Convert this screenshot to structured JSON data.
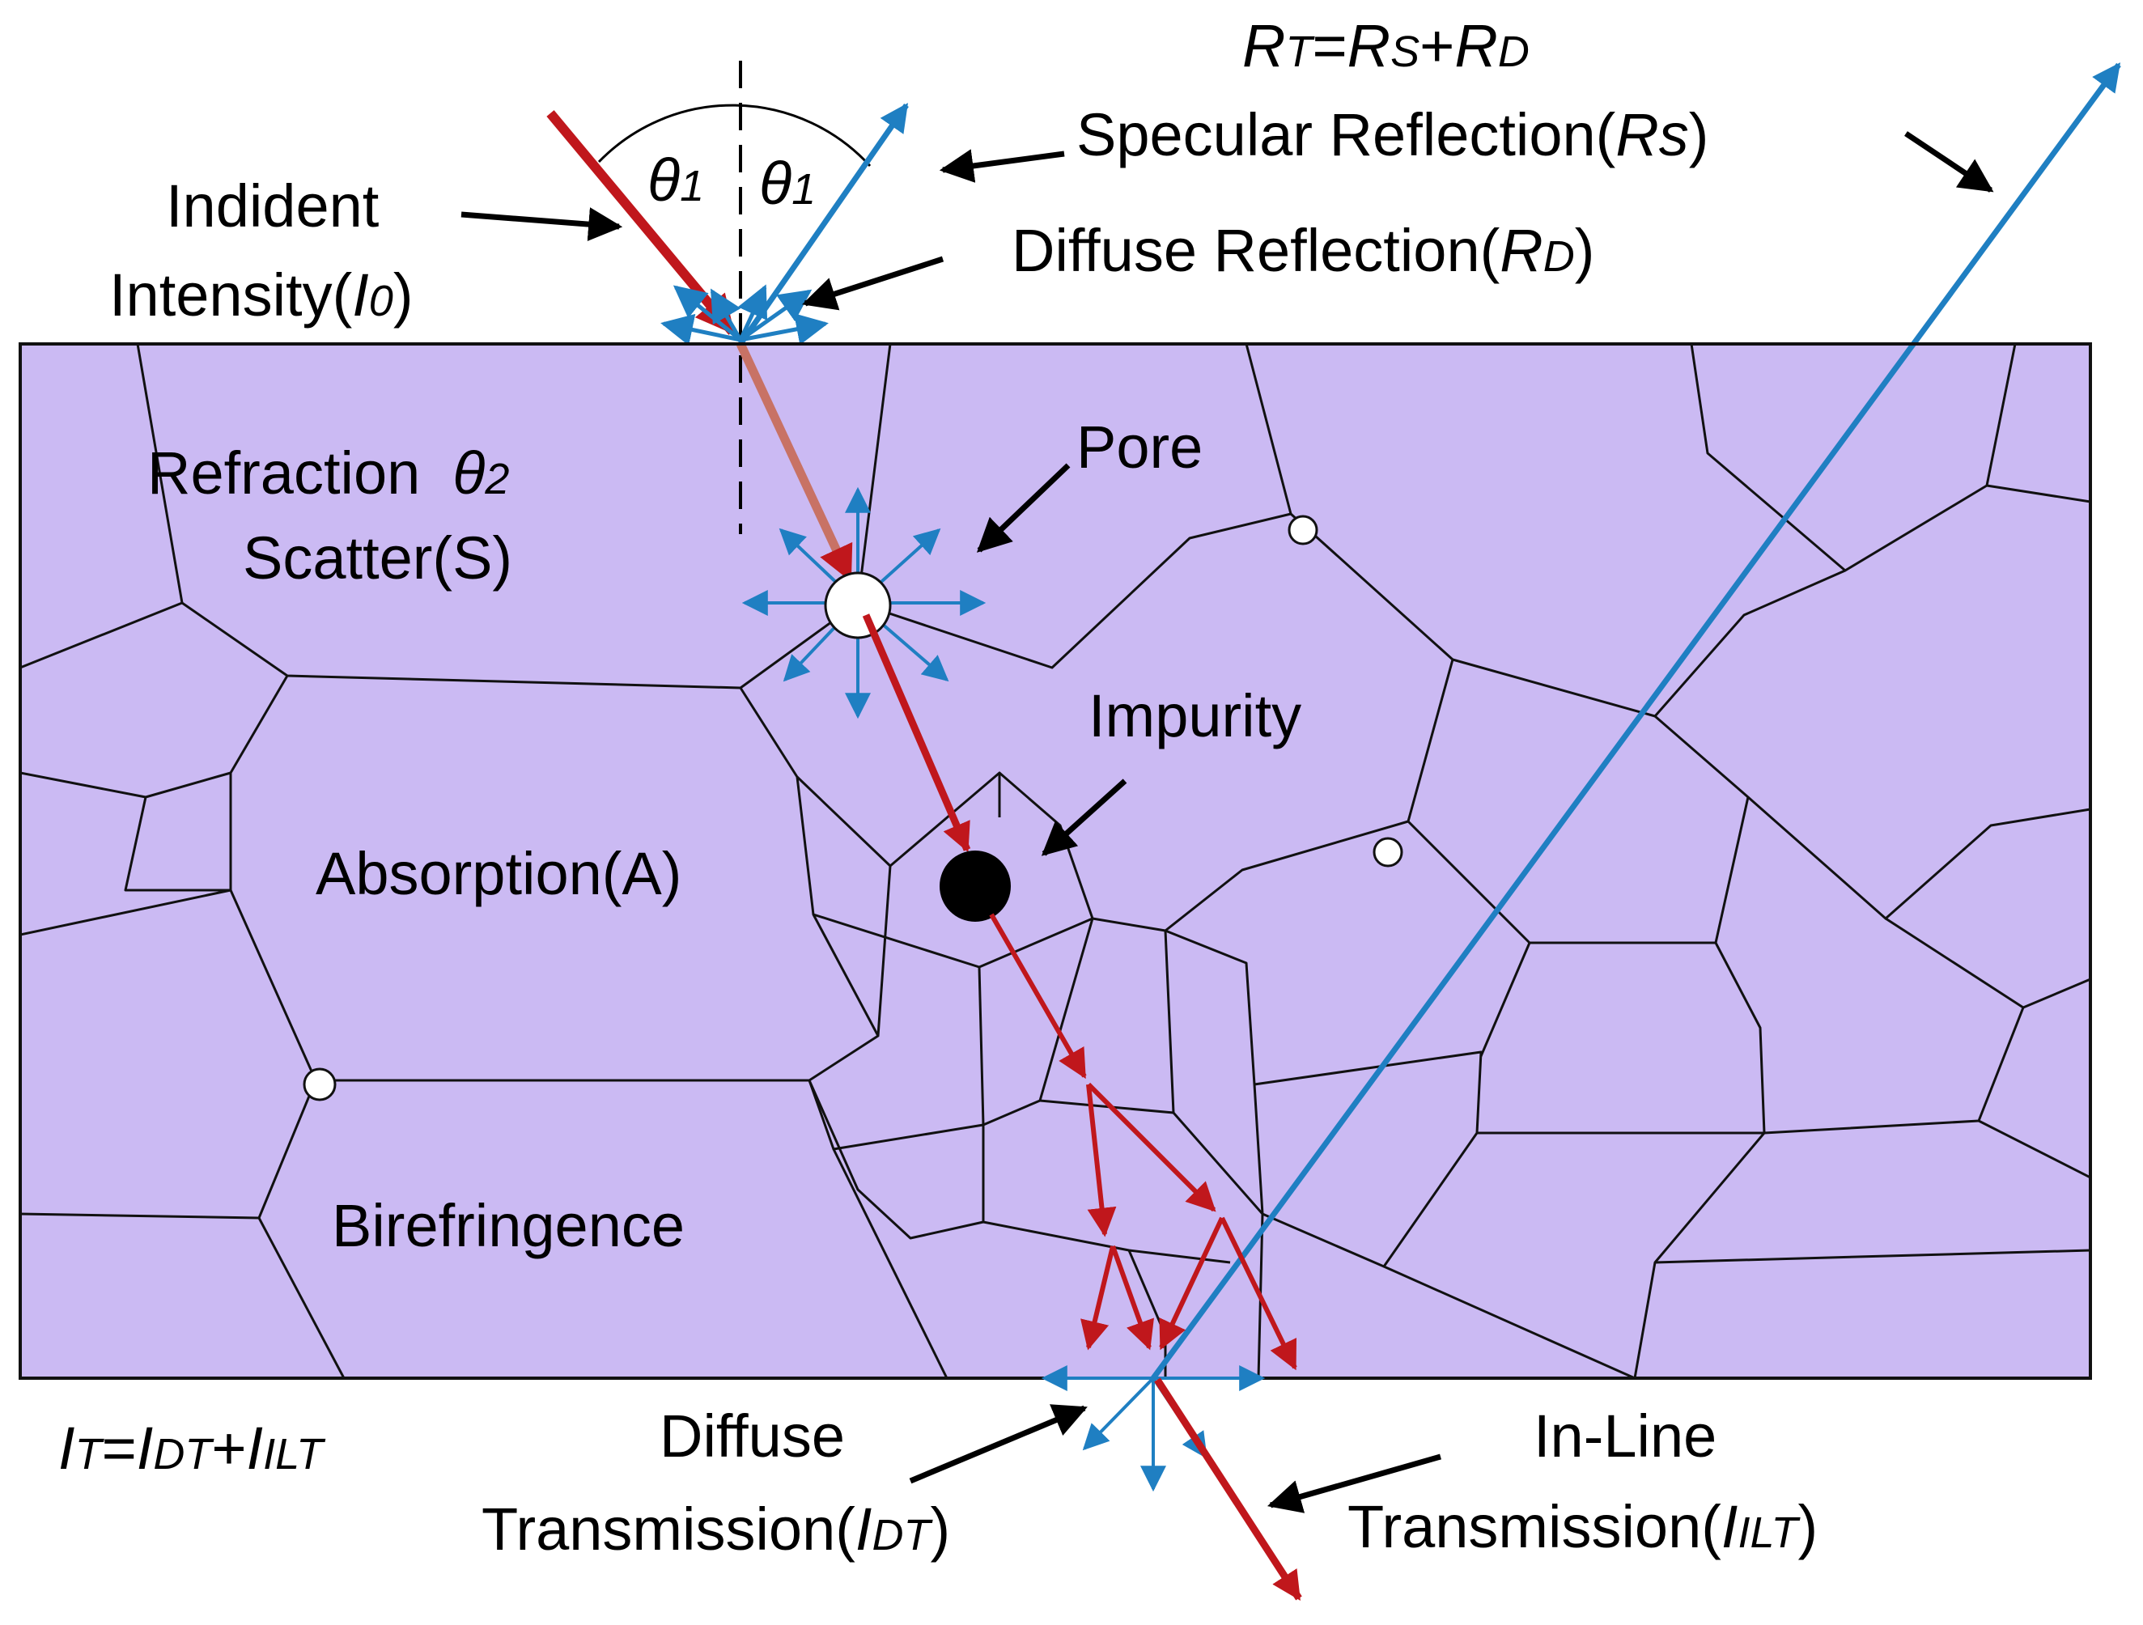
{
  "colors": {
    "ceramic_fill": "#cbbaf3",
    "grain_boundary": "#111111",
    "incident_ray": "#c0171c",
    "reflected_ray": "#1f7fc2",
    "pore": "#ffffff",
    "impurity": "#000000"
  },
  "labels": {
    "total_reflection": {
      "r": "R",
      "t_sub": "T",
      "eq": "=",
      "r2": "R",
      "s_sub": "S",
      "plus": "+",
      "r3": "R",
      "d_sub": "D"
    },
    "specular_reflection": {
      "text": "Specular Reflection(",
      "symbol": "Rs",
      "close": ")"
    },
    "diffuse_reflection": {
      "text": "Diffuse Reflection(",
      "symbol": "R",
      "sub": "D",
      "close": ")"
    },
    "incident": {
      "line1": "Indident",
      "line2": "Intensity(",
      "symbol": "I",
      "sub": "0",
      "close": ")"
    },
    "theta1_left": {
      "symbol": "θ",
      "sub": "1"
    },
    "theta1_right": {
      "symbol": "θ",
      "sub": "1"
    },
    "refraction": {
      "text": "Refraction",
      "symbol": "θ",
      "sub": "2"
    },
    "scatter": "Scatter(S)",
    "pore": "Pore",
    "impurity": "Impurity",
    "absorption": "Absorption(A)",
    "birefringence": "Birefringence",
    "total_transmission": {
      "i": "I",
      "t_sub": "T",
      "eq": "=",
      "i2": "I",
      "dt_sub": "DT",
      "plus": "+",
      "i3": "I",
      "ilt_sub": "ILT"
    },
    "diffuse_transmission": {
      "line1": "Diffuse",
      "line2": "Transmission(",
      "symbol": "I",
      "sub": "DT",
      "close": ")"
    },
    "inline_transmission": {
      "line1": "In-Line",
      "line2": "Transmission(",
      "symbol": "I",
      "sub": "ILT",
      "close": ")"
    }
  }
}
